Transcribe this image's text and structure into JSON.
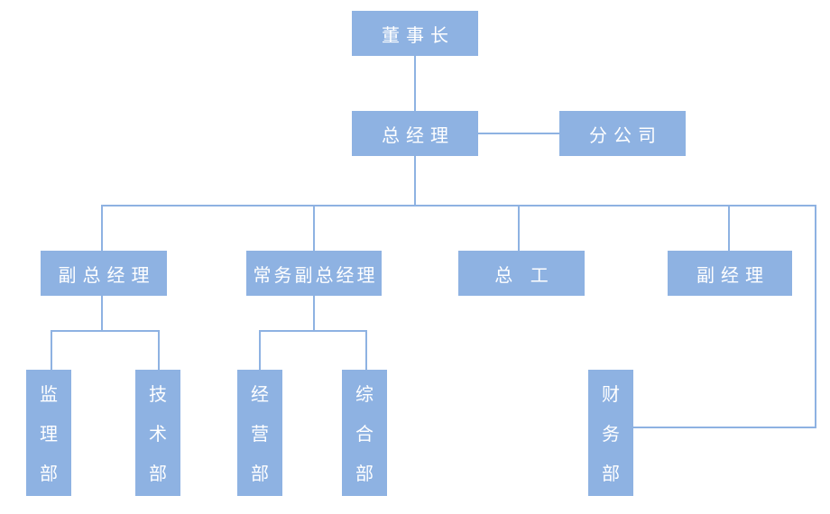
{
  "diagram_type": "org-chart",
  "colors": {
    "box_fill": "#8EB2E2",
    "connector": "#8EB2E2",
    "text": "#FFFFFF",
    "background": "#FFFFFF"
  },
  "nodes": {
    "chairman": {
      "label": "董事长",
      "level": 1
    },
    "general_manager": {
      "label": "总经理",
      "level": 2
    },
    "branch_company": {
      "label": "分公司",
      "level": 2
    },
    "deputy_gm": {
      "label": "副总经理",
      "level": 3
    },
    "executive_deputy_gm": {
      "label": "常务副总经理",
      "level": 3
    },
    "chief_engineer": {
      "label": "总 工",
      "level": 3
    },
    "deputy_manager": {
      "label": "副经理",
      "level": 3
    },
    "supervision_dept": {
      "label": "监理部",
      "level": 4
    },
    "technology_dept": {
      "label": "技术部",
      "level": 4
    },
    "operations_dept": {
      "label": "经营部",
      "level": 4
    },
    "general_affairs_dept": {
      "label": "综合部",
      "level": 4
    },
    "finance_dept": {
      "label": "财务部",
      "level": 4
    }
  },
  "edges": [
    {
      "from": "chairman",
      "to": "general_manager"
    },
    {
      "from": "general_manager",
      "to": "branch_company",
      "type": "lateral"
    },
    {
      "from": "general_manager",
      "to": "deputy_gm"
    },
    {
      "from": "general_manager",
      "to": "executive_deputy_gm"
    },
    {
      "from": "general_manager",
      "to": "chief_engineer"
    },
    {
      "from": "general_manager",
      "to": "deputy_manager"
    },
    {
      "from": "general_manager",
      "to": "finance_dept"
    },
    {
      "from": "deputy_gm",
      "to": "supervision_dept"
    },
    {
      "from": "deputy_gm",
      "to": "technology_dept"
    },
    {
      "from": "executive_deputy_gm",
      "to": "operations_dept"
    },
    {
      "from": "executive_deputy_gm",
      "to": "general_affairs_dept"
    }
  ]
}
